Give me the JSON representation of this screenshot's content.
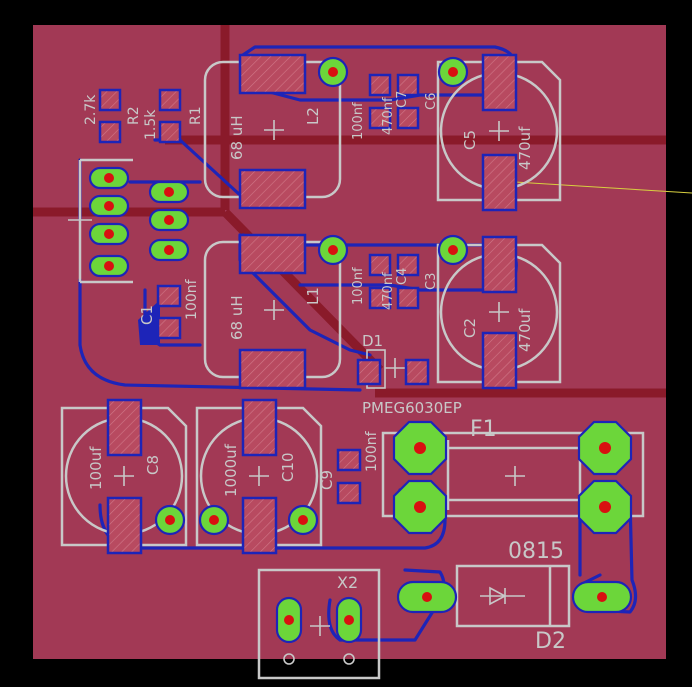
{
  "board": {
    "background": "#000000",
    "board_fill": "#a23955",
    "bottom_copper": "#8a1a2a",
    "top_copper": "#1d24b8",
    "silkscreen": "#c8c8c8",
    "pad_color": "#6cd63a",
    "drill_color": "#d81010",
    "hatch_color": "#b84a60"
  },
  "labels": {
    "L2_value": "68 uH",
    "L2_name": "L2",
    "L1_value": "68 uH",
    "L1_name": "L1",
    "R2_value": "2.7k",
    "R2_name": "R2",
    "R1_value": "1.5k",
    "R1_name": "R1",
    "C7_value": "100nf",
    "C7_mid": "470nf",
    "C7_name": "C7",
    "C6_name": "C6",
    "C5_name": "C5",
    "C5_value": "470uf",
    "C4_value": "100nf",
    "C4_mid": "470nf",
    "C4_name": "C4",
    "C3_name": "C3",
    "C2_name": "C2",
    "C2_value": "470uf",
    "C1_name": "C1",
    "C1_value": "100nf",
    "D1_name": "D1",
    "D1_value": "PMEG6030EP",
    "F1_name": "F1",
    "C8_value": "100uf",
    "C8_name": "C8",
    "C10_value": "1000uf",
    "C10_name": "C10",
    "C9_name": "C9",
    "C9_value": "100nf",
    "X2_name": "X2",
    "D2_value": "0815",
    "D2_name": "D2"
  }
}
